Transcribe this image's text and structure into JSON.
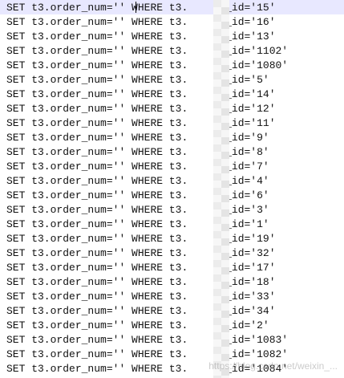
{
  "editor": {
    "lines": [
      {
        "prefix": "SET t3.order_num='",
        "rest": "' WHERE t3.",
        "suffix": "es_id='15'"
      },
      {
        "prefix": "SET t3.order_num='",
        "rest": "' WHERE t3.",
        "suffix": "es_id='16'"
      },
      {
        "prefix": "SET t3.order_num='",
        "rest": "' WHERE t3.",
        "suffix": "es_id='13'"
      },
      {
        "prefix": "SET t3.order_num='",
        "rest": "' WHERE t3.",
        "suffix": "es_id='1102'"
      },
      {
        "prefix": "SET t3.order_num='",
        "rest": "' WHERE t3.",
        "suffix": "es_id='1080'"
      },
      {
        "prefix": "SET t3.order_num='",
        "rest": "' WHERE t3.",
        "suffix": "es_id='5'"
      },
      {
        "prefix": "SET t3.order_num='",
        "rest": "' WHERE t3.",
        "suffix": "es_id='14'"
      },
      {
        "prefix": "SET t3.order_num='",
        "rest": "' WHERE t3.",
        "suffix": "es_id='12'"
      },
      {
        "prefix": "SET t3.order_num='",
        "rest": "' WHERE t3.",
        "suffix": "es_id='11'"
      },
      {
        "prefix": "SET t3.order_num='",
        "rest": "' WHERE t3.",
        "suffix": "es_id='9'"
      },
      {
        "prefix": "SET t3.order_num='",
        "rest": "' WHERE t3.",
        "suffix": "es_id='8'"
      },
      {
        "prefix": "SET t3.order_num='",
        "rest": "' WHERE t3.",
        "suffix": "es_id='7'"
      },
      {
        "prefix": "SET t3.order_num='",
        "rest": "' WHERE t3.",
        "suffix": "es_id='4'"
      },
      {
        "prefix": "SET t3.order_num='",
        "rest": "' WHERE t3.",
        "suffix": "es_id='6'"
      },
      {
        "prefix": "SET t3.order_num='",
        "rest": "' WHERE t3.",
        "suffix": "es_id='3'"
      },
      {
        "prefix": "SET t3.order_num='",
        "rest": "' WHERE t3.",
        "suffix": "es_id='1'"
      },
      {
        "prefix": "SET t3.order_num='",
        "rest": "' WHERE t3.",
        "suffix": "es_id='19'"
      },
      {
        "prefix": "SET t3.order_num='",
        "rest": "' WHERE t3.",
        "suffix": "es_id='32'"
      },
      {
        "prefix": "SET t3.order_num='",
        "rest": "' WHERE t3.",
        "suffix": "es_id='17'"
      },
      {
        "prefix": "SET t3.order_num='",
        "rest": "' WHERE t3.",
        "suffix": "es_id='18'"
      },
      {
        "prefix": "SET t3.order_num='",
        "rest": "' WHERE t3.",
        "suffix": "es_id='33'"
      },
      {
        "prefix": "SET t3.order_num='",
        "rest": "' WHERE t3.",
        "suffix": "es_id='34'"
      },
      {
        "prefix": "SET t3.order_num='",
        "rest": "' WHERE t3.",
        "suffix": "es_id='2'"
      },
      {
        "prefix": "SET t3.order_num='",
        "rest": "' WHERE t3.",
        "suffix": "es_id='1083'"
      },
      {
        "prefix": "SET t3.order_num='",
        "rest": "' WHERE t3.",
        "suffix": "es_id='1082'"
      },
      {
        "prefix": "SET t3.order_num='",
        "rest": "' WHERE t3.",
        "suffix": "es_id='1084'"
      }
    ]
  },
  "watermark": {
    "text": "https://blog.csdn.net/weixin_..."
  },
  "colors": {
    "text": "#111111",
    "line_highlight": "#e8e8ff",
    "mask": "#ececec"
  }
}
